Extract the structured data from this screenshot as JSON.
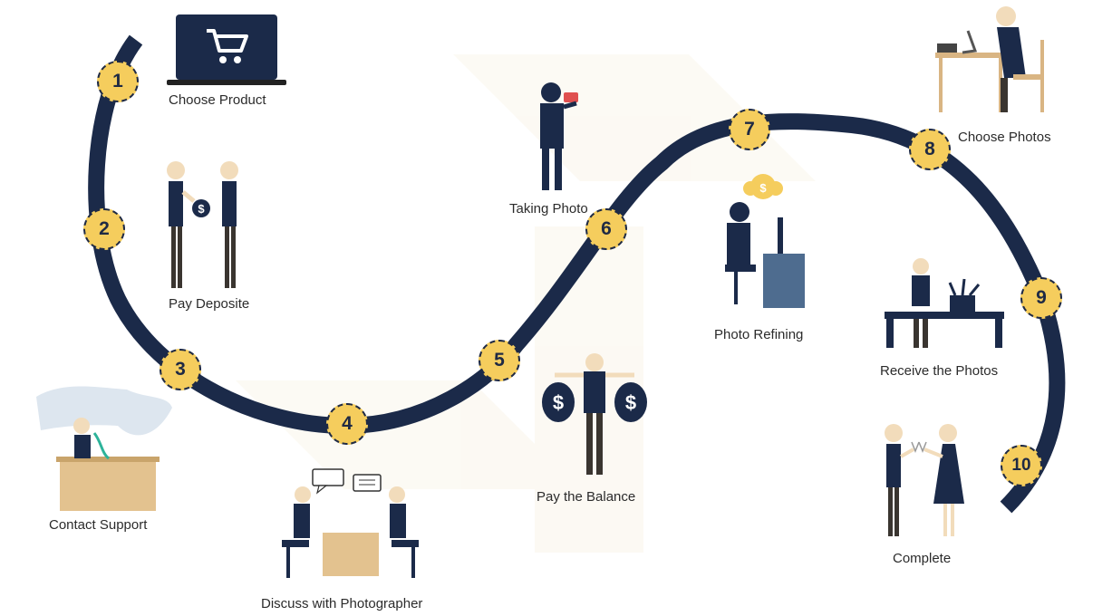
{
  "colors": {
    "path": "#1b2a49",
    "badge": "#f5cd5d",
    "navy": "#1f2a44",
    "wood": "#e3c28f",
    "skin": "#f2dcbb",
    "table_blue": "#4e6c8f",
    "money": "#1b2a49"
  },
  "steps": [
    {
      "number": "1",
      "label": "Choose Product"
    },
    {
      "number": "2",
      "label": "Pay Deposite"
    },
    {
      "number": "3",
      "label": "Contact Support"
    },
    {
      "number": "4",
      "label": "Discuss with Photographer"
    },
    {
      "number": "5",
      "label": "Pay the Balance"
    },
    {
      "number": "6",
      "label": "Taking Photo"
    },
    {
      "number": "7",
      "label": "Photo Refining"
    },
    {
      "number": "8",
      "label": "Choose Photos"
    },
    {
      "number": "9",
      "label": "Receive the Photos"
    },
    {
      "number": "10",
      "label": "Complete"
    }
  ],
  "icons": [
    "laptop-cart-icon",
    "handing-money-icon",
    "support-desk-icon",
    "meeting-table-icon",
    "money-bags-icon",
    "photographer-icon",
    "editing-desk-icon",
    "laptop-desk-icon",
    "delivery-table-icon",
    "toast-couple-icon"
  ]
}
